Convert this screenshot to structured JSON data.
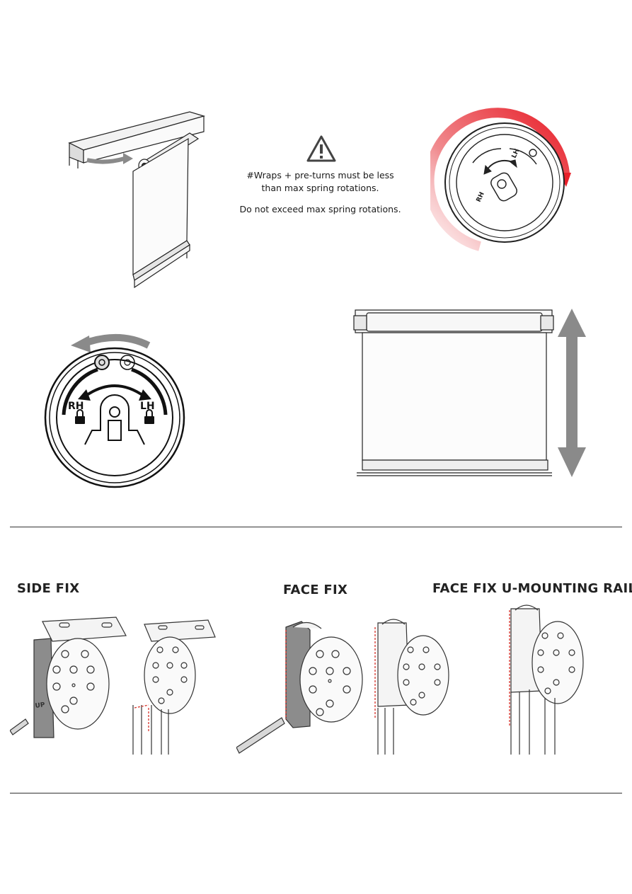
{
  "warning": {
    "icon": "warning-triangle-icon",
    "line1": "#Wraps + pre-turns must be less",
    "line2": "than max spring rotations.",
    "line3": "Do not exceed max spring rotations."
  },
  "spring_dial": {
    "left_label": "RH",
    "right_label": "LH"
  },
  "sections": {
    "side_fix": "SIDE FIX",
    "face_fix": "FACE FIX",
    "face_fix_u_rail": "FACE FIX U-MOUNTING RAIL"
  },
  "bracket_marking": "UP",
  "colors": {
    "arrow_red": "#e8202a",
    "arrow_grey": "#8a8a8a",
    "guide_line_red": "#d6332b",
    "line_art": "#222222"
  }
}
